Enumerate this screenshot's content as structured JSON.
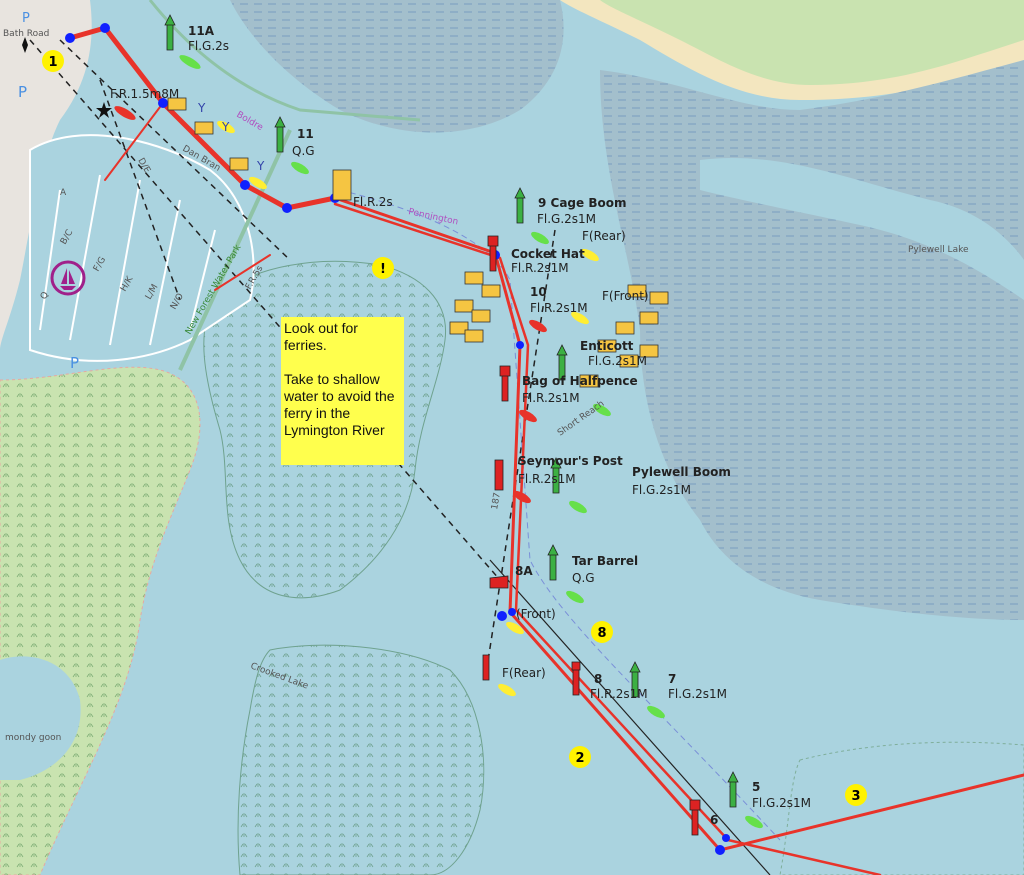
{
  "colors": {
    "water": "#aad3df",
    "mud": "#9ab7c6",
    "land": "#c9e3b0",
    "sand": "#f3e6bf",
    "route": "#e8332a",
    "waypoint": "#1020ff",
    "marker": "#fff200"
  },
  "labels": {
    "bath_road": "Bath Road",
    "parking": "P",
    "b11a": "11A",
    "b11a_light": "Fl.G.2s",
    "fr_light": "F.R.1.5m8M",
    "y": "Y",
    "dan_bran": "Dan Bran",
    "boldre": "Boldre",
    "b11": "11",
    "b11_light": "Q.G",
    "flr2s": "Fl.R.2s",
    "pennington": "Pennington",
    "cage_boom": "9 Cage Boom",
    "cage_light": "Fl.G.2s1M",
    "f_rear": "F(Rear)",
    "cocket_hat": "Cocket Hat",
    "cocket_light": "Fl.R.2s1M",
    "b10": "10",
    "b10_light": "Fl.R.2s1M",
    "f_front": "F(Front)",
    "enticott": "Enticott",
    "enticott_light": "Fl.G.2s1M",
    "halfpence": "Bag of Halfpence",
    "halfpence_light": "Fl.R.2s1M",
    "seymour": "Seymour's Post",
    "seymour_light": "Fl.R.2s1M",
    "pylewell_boom": "Pylewell Boom",
    "pylewell_light": "Fl.G.2s1M",
    "tar_barrel": "Tar Barrel",
    "tar_light": "Q.G",
    "b8a": "8A",
    "front": "(Front)",
    "f_rear2": "F(Rear)",
    "b8": "8",
    "b8_light": "Fl.R.2s1M",
    "b7": "7",
    "b7_light": "Fl.G.2s1M",
    "b5": "5",
    "b5_light": "Fl.G.2s1M",
    "b6": "6",
    "pylewell_lake": "Pylewell Lake",
    "short_reach": "Short Reach",
    "crooked_lake": "Crooked Lake",
    "lagoon": "mondy goon",
    "water_park": "New Forest Water Park",
    "depth": "187",
    "fr5": "F.R.5s",
    "pontoons": [
      "A",
      "B/C",
      "D/E",
      "F/G",
      "H/K",
      "L/M",
      "N/O",
      "Q"
    ]
  },
  "waypoints": [
    {
      "label": "1"
    },
    {
      "label": "!"
    },
    {
      "label": "8"
    },
    {
      "label": "2"
    },
    {
      "label": "3"
    }
  ],
  "note": {
    "line1": "Look out for ferries.",
    "line2": "Take to shallow water to avoid the ferry in the Lymington River"
  }
}
